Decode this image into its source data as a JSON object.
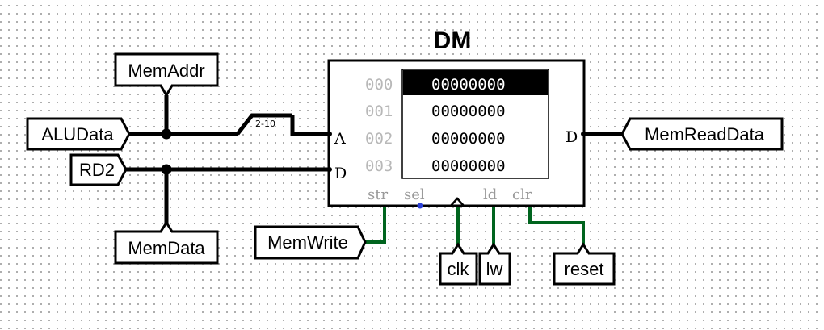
{
  "component": {
    "title": "DM",
    "port_a": "A",
    "port_d_in": "D",
    "port_d_out": "D",
    "ctrl_str": "str",
    "ctrl_sel": "sel",
    "ctrl_ld": "ld",
    "ctrl_clr": "clr"
  },
  "memory": {
    "addresses": [
      "000",
      "001",
      "002",
      "003"
    ],
    "values": [
      "00000000",
      "00000000",
      "00000000",
      "00000000"
    ]
  },
  "splitter": {
    "label": "2-10"
  },
  "pins": {
    "mem_addr": "MemAddr",
    "alu_data": "ALUData",
    "rd2": "RD2",
    "mem_data": "MemData",
    "mem_read_data": "MemReadData",
    "mem_write": "MemWrite",
    "clk": "clk",
    "lw": "lw",
    "reset": "reset"
  },
  "colors": {
    "bus_wire": "#000000",
    "signal_wire": "#00641e",
    "selected_cell": "#000000",
    "sel_dot": "#2a3fd6"
  }
}
